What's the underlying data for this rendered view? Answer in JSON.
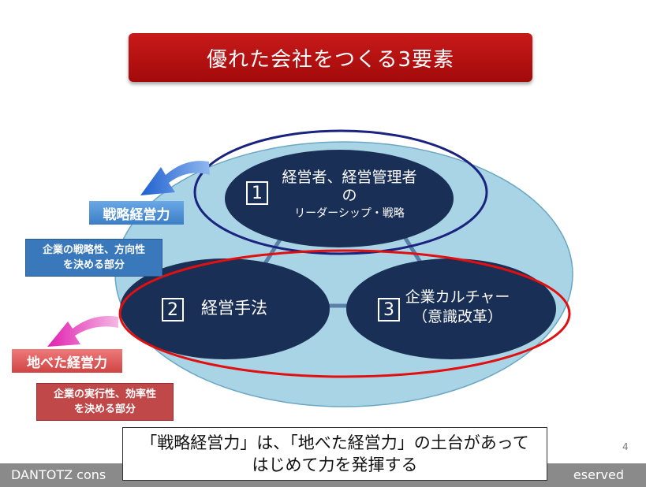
{
  "title": "優れた会社をつくる3要素",
  "elements": {
    "top": {
      "number": "1",
      "line1": "経営者、経営管理者",
      "line2": "の",
      "line3": "リーダーシップ・戦略"
    },
    "left": {
      "number": "2",
      "label": "経営手法"
    },
    "right": {
      "number": "3",
      "line1": "企業カルチャー",
      "line2": "（意識改革）"
    }
  },
  "strategic": {
    "tag": "戦略経営力",
    "note1": "企業の戦略性、方向性",
    "note2": "を決める部分"
  },
  "foundation": {
    "tag": "地べた経営力",
    "note1": "企業の実行性、効率性",
    "note2": "を決める部分"
  },
  "caption": {
    "line1": "「戦略経営力」は、「地べた経営力」の土台があって",
    "line2": "はじめて力を発揮する"
  },
  "footer": {
    "left": "DANTOTZ cons",
    "right": "eserved"
  },
  "page_number": "4",
  "colors": {
    "title_red": "#b81212",
    "navy": "#1a2f55",
    "light_blue": "#a9d4e6",
    "outline_blue": "#1a237e",
    "outline_red": "#e01010",
    "tag_blue": "#4a90d0",
    "tag_red": "#d64a4a"
  }
}
